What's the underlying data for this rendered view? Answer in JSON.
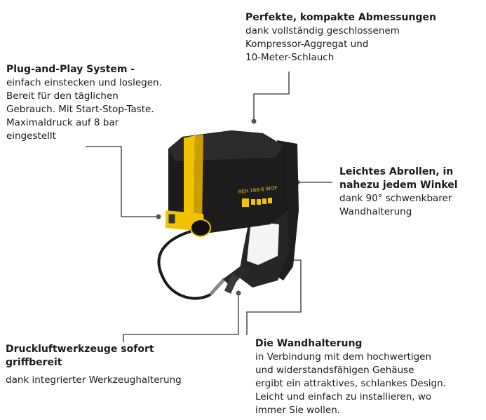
{
  "callouts": {
    "top": {
      "title": "Perfekte, kompakte Abmessungen",
      "body": "dank vollständig geschlossenem\nKompressor-Aggregat und\n10-Meter-Schlauch"
    },
    "left": {
      "title": "Plug-and-Play System -",
      "body": "einfach einstecken und loslegen.\nBereit für den täglichen\nGebrauch. Mit Start-Stop-Taste.\nMaximaldruck auf 8 bar\neingestellt"
    },
    "right": {
      "title": "Leichtes Abrollen, in\nnahezu jedem Winkel",
      "body": "dank 90° schwenkbarer\nWandhalterung"
    },
    "bottom_left": {
      "title": "Druckluftwerkzeuge sofort\ngriffbereit",
      "body": "dank integrierter Werkzeughalterung"
    },
    "bottom_right": {
      "title": "Die Wandhalterung",
      "body": "in Verbindung mit dem hochwertigen\nund widerstandsfähigen Gehäuse\nergibt ein attraktives, schlankes Design.\nLeicht und einfach zu installieren, wo\nimmer Sie wollen."
    }
  },
  "product": {
    "model_label": "REH 160-8 WOF"
  },
  "colors": {
    "body": "#1c1c1c",
    "accent": "#f2c200",
    "leader": "#555555"
  }
}
